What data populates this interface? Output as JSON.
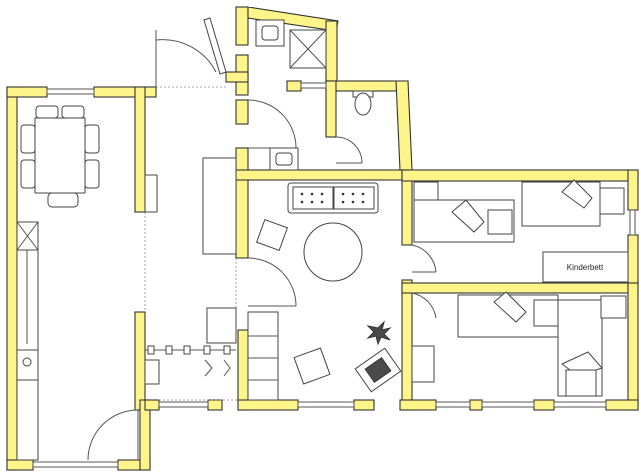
{
  "plan": {
    "rooms": [
      {
        "key": "kitchen",
        "kind": "kitchen with dining table"
      },
      {
        "key": "hall",
        "kind": "hallway"
      },
      {
        "key": "bath",
        "kind": "bathroom with shower"
      },
      {
        "key": "wc",
        "kind": "toilet"
      },
      {
        "key": "living",
        "kind": "living room"
      },
      {
        "key": "bedroom1",
        "kind": "bedroom"
      },
      {
        "key": "bedroom2",
        "kind": "bedroom"
      }
    ],
    "labels": {
      "kinderbett": "Kinderbett"
    }
  }
}
